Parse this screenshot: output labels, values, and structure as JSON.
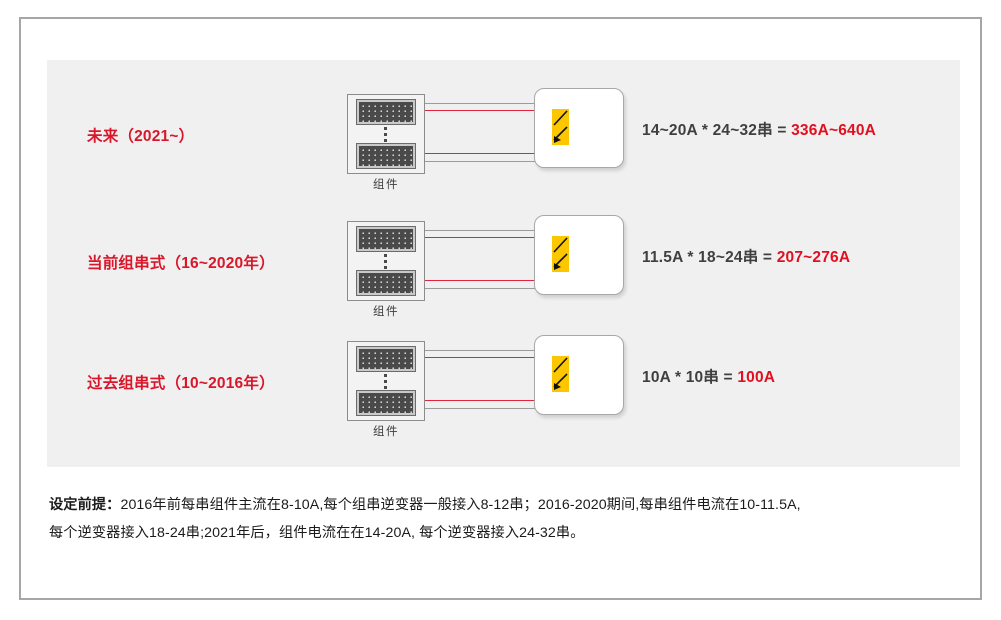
{
  "slide": {
    "rows": [
      {
        "label": "未来（2021~）",
        "module_caption": "组件",
        "formula_prefix": "14~20A * 24~32串 = ",
        "formula_result": "336A~640A"
      },
      {
        "label": "当前组串式（16~2020年）",
        "module_caption": "组件",
        "formula_prefix": "11.5A * 18~24串 = ",
        "formula_result": "207~276A"
      },
      {
        "label": "过去组串式（10~2016年）",
        "module_caption": "组件",
        "formula_prefix": "10A * 10串 = ",
        "formula_result": "100A"
      }
    ],
    "footnote": {
      "lead": "设定前提：",
      "line1": "2016年前每串组件主流在8-10A,每个组串逆变器一般接入8-12串；2016-2020期间,每串组件电流在10-11.5A,",
      "line2": "每个逆变器接入18-24串;2021年后，组件电流在在14-20A, 每个逆变器接入24-32串。"
    },
    "colors": {
      "label_red": "#d9162a",
      "result_red": "#e01020",
      "formula_gray": "#3f3f3f",
      "panel_bg": "#f0f0f0",
      "wire_red": "#e0253c",
      "wire_gray": "#9c9c9c",
      "inverter_icon_yellow": "#fdc700"
    }
  }
}
